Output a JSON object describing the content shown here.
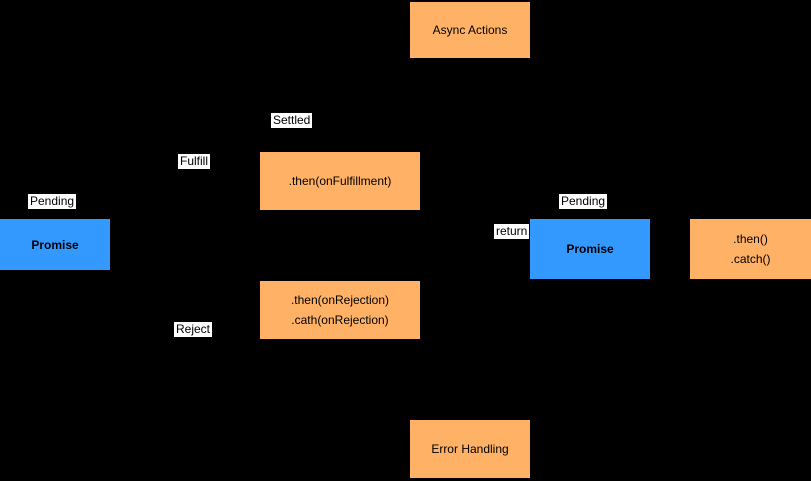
{
  "colors": {
    "background": "#000000",
    "orange": "#FFB266",
    "blue": "#3399FF",
    "label_bg": "#FFFFFF",
    "text": "#000000"
  },
  "nodes": {
    "async_actions": {
      "label": "Async Actions"
    },
    "promise_left": {
      "label": "Promise"
    },
    "then_fulfillment": {
      "label": ".then(onFulfillment)"
    },
    "then_rejection": {
      "line1": ".then(onRejection)",
      "line2": ".cath(onRejection)"
    },
    "promise_right": {
      "label": "Promise"
    },
    "then_catch": {
      "line1": ".then()",
      "line2": ".catch()"
    },
    "error_handling": {
      "label": "Error Handling"
    }
  },
  "edge_labels": {
    "settled": "Settled",
    "fulfill": "Fulfill",
    "pending_left": "Pending",
    "reject": "Reject",
    "return_label": "return",
    "pending_right": "Pending"
  }
}
